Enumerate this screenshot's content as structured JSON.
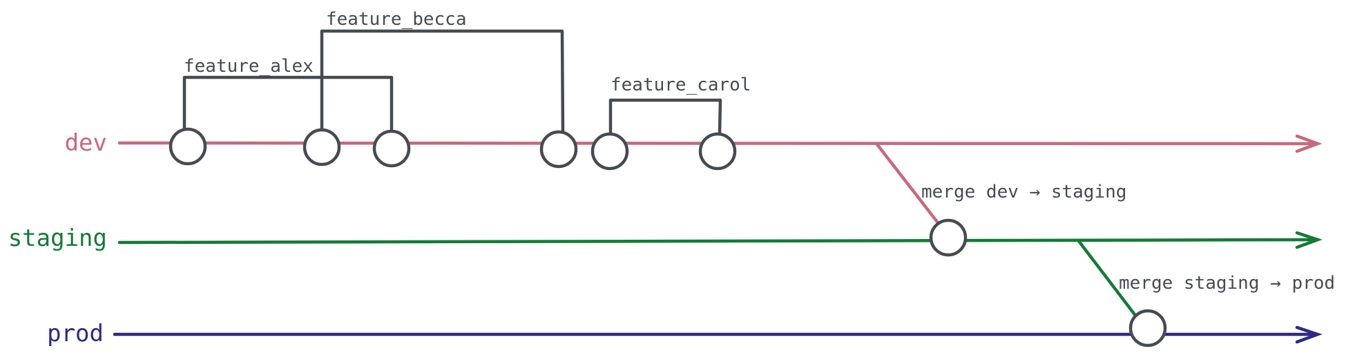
{
  "branches": {
    "dev": {
      "label": "dev",
      "color": "#c9687a"
    },
    "staging": {
      "label": "staging",
      "color": "#157a36"
    },
    "prod": {
      "label": "prod",
      "color": "#2c2a86"
    }
  },
  "features": {
    "alex": {
      "label": "feature_alex"
    },
    "becca": {
      "label": "feature_becca"
    },
    "carol": {
      "label": "feature_carol"
    }
  },
  "merges": {
    "dev_to_staging": {
      "label": "merge dev → staging"
    },
    "staging_to_prod": {
      "label": "merge staging → prod"
    }
  },
  "colors": {
    "ink": "#454b53"
  }
}
